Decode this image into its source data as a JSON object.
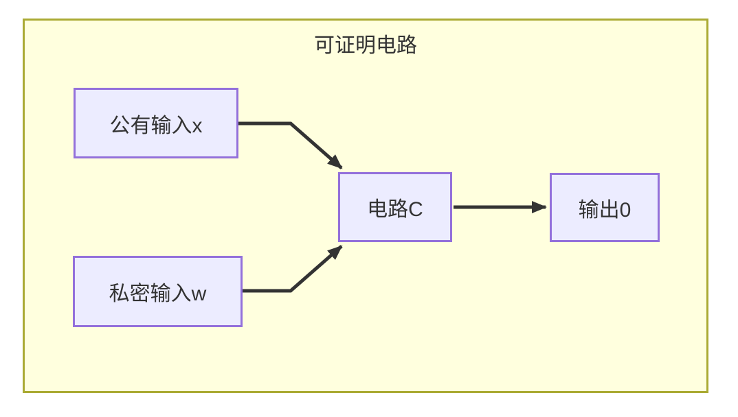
{
  "diagram": {
    "type": "flowchart",
    "title": "可证明电路",
    "nodes": [
      {
        "id": "public-input",
        "label": "公有输入x"
      },
      {
        "id": "private-input",
        "label": "私密输入w"
      },
      {
        "id": "circuit",
        "label": "电路C"
      },
      {
        "id": "output",
        "label": "输出0"
      }
    ],
    "edges": [
      {
        "from": "public-input",
        "to": "circuit"
      },
      {
        "from": "private-input",
        "to": "circuit"
      },
      {
        "from": "circuit",
        "to": "output"
      }
    ],
    "colors": {
      "page_bg": "#ffffff",
      "container_fill": "#ffffde",
      "container_border": "#aaaa33",
      "node_fill": "#ececff",
      "node_border": "#9370db",
      "edge": "#333333",
      "text": "#333333"
    }
  }
}
